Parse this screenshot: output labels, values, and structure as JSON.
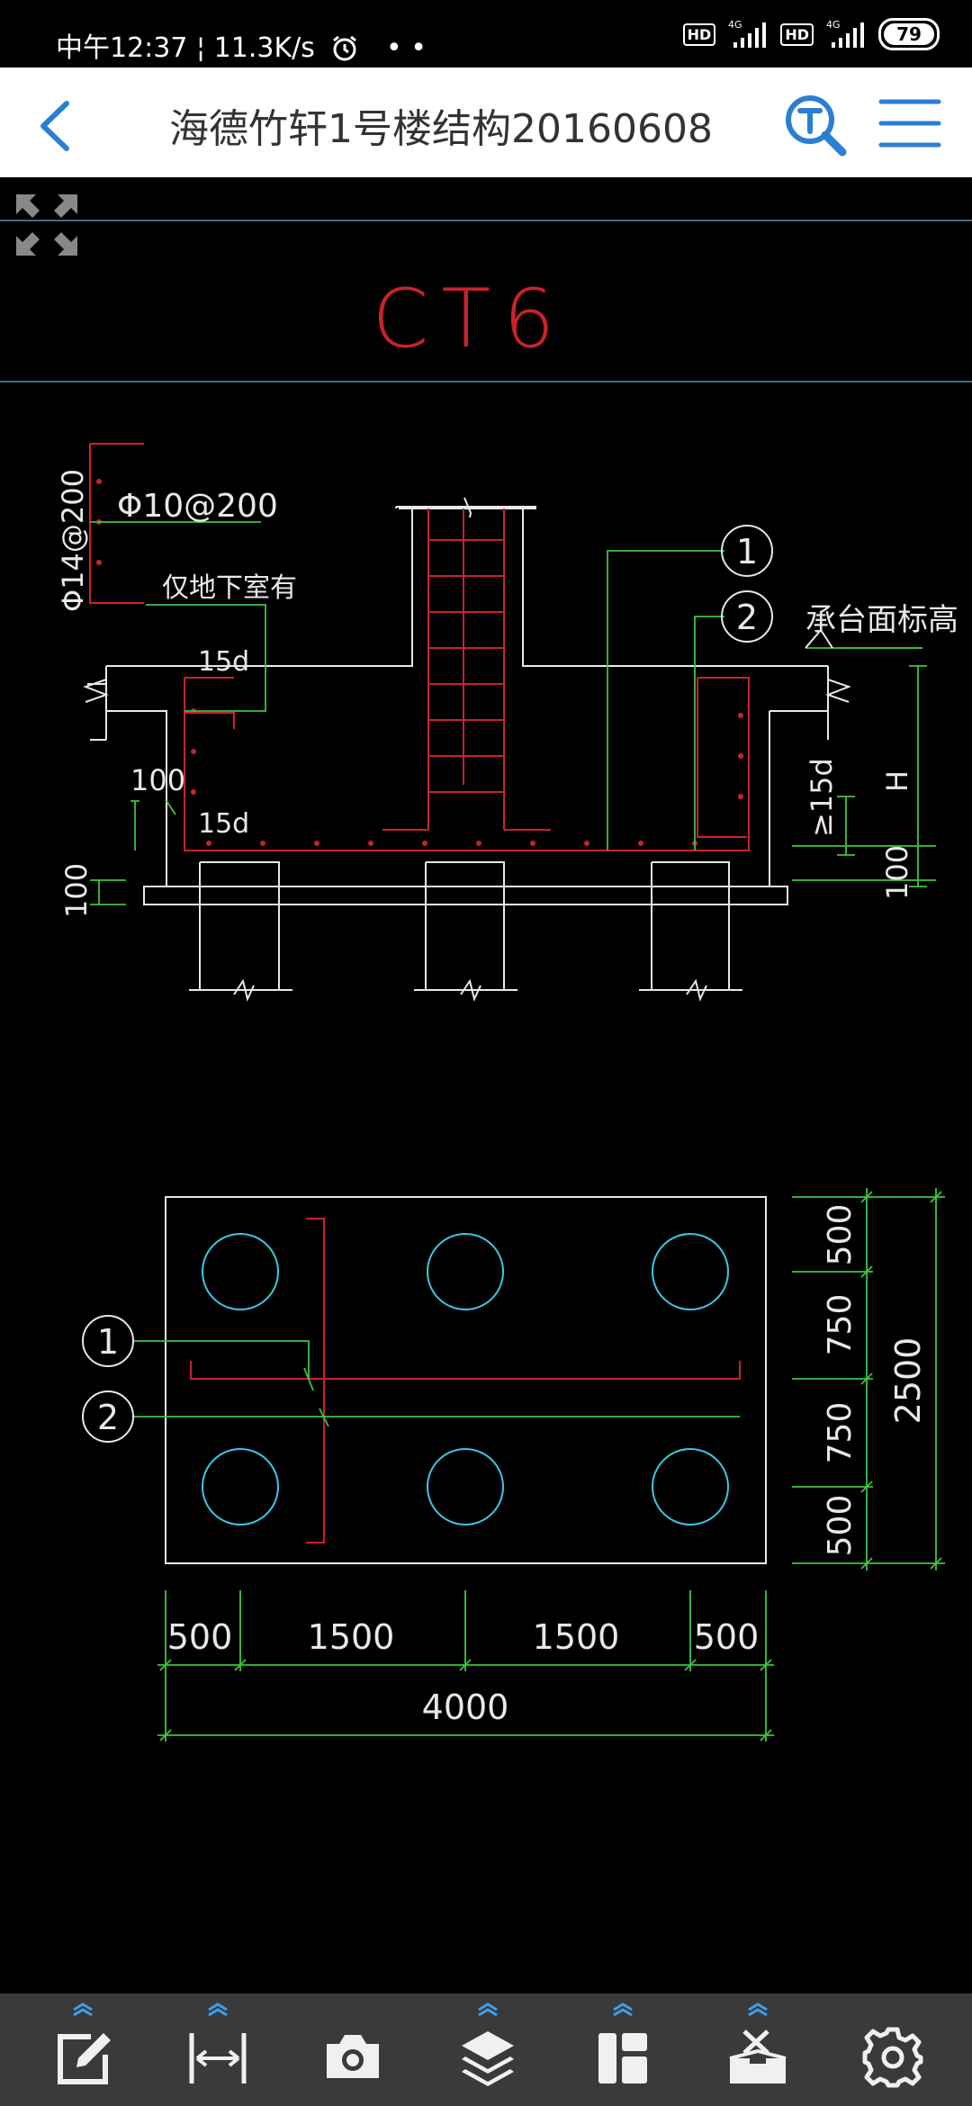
{
  "status": {
    "time": "中午12:37",
    "speed": "11.3K/s",
    "battery": "79"
  },
  "header": {
    "title": "海德竹轩1号楼结构20160608"
  },
  "drawing": {
    "title": "CT6",
    "section": {
      "rebar_side": "Φ14@200",
      "rebar_top": "Φ10@200",
      "note_basement": "仅地下室有",
      "anchor_top": "15d",
      "anchor_bottom": "15d",
      "dim_100_left": "100",
      "dim_100_bottom": "100",
      "cap_elevation": "承台面标高",
      "dim_h": "H",
      "dim_15d": "≥15d",
      "dim_100_right": "100",
      "callout_1": "1",
      "callout_2": "2"
    },
    "plan": {
      "callout_1": "1",
      "callout_2": "2",
      "dims_bottom": [
        "500",
        "1500",
        "1500",
        "500"
      ],
      "dim_total_x": "4000",
      "dims_right": [
        "500",
        "750",
        "750",
        "500"
      ],
      "dim_total_y": "2500"
    }
  },
  "colors": {
    "cad_green": "#3ec43e",
    "cad_red": "#c8232a",
    "cad_cyan": "#3cc9e0",
    "cad_white": "#e8e8e8",
    "accent_blue": "#2a7fd4",
    "chevron_blue": "#3aa0f0"
  },
  "toolbar": {
    "icons": [
      "markup-icon",
      "measure-icon",
      "camera-icon",
      "layers-icon",
      "layout-icon",
      "toolbox-icon",
      "settings-icon"
    ]
  }
}
